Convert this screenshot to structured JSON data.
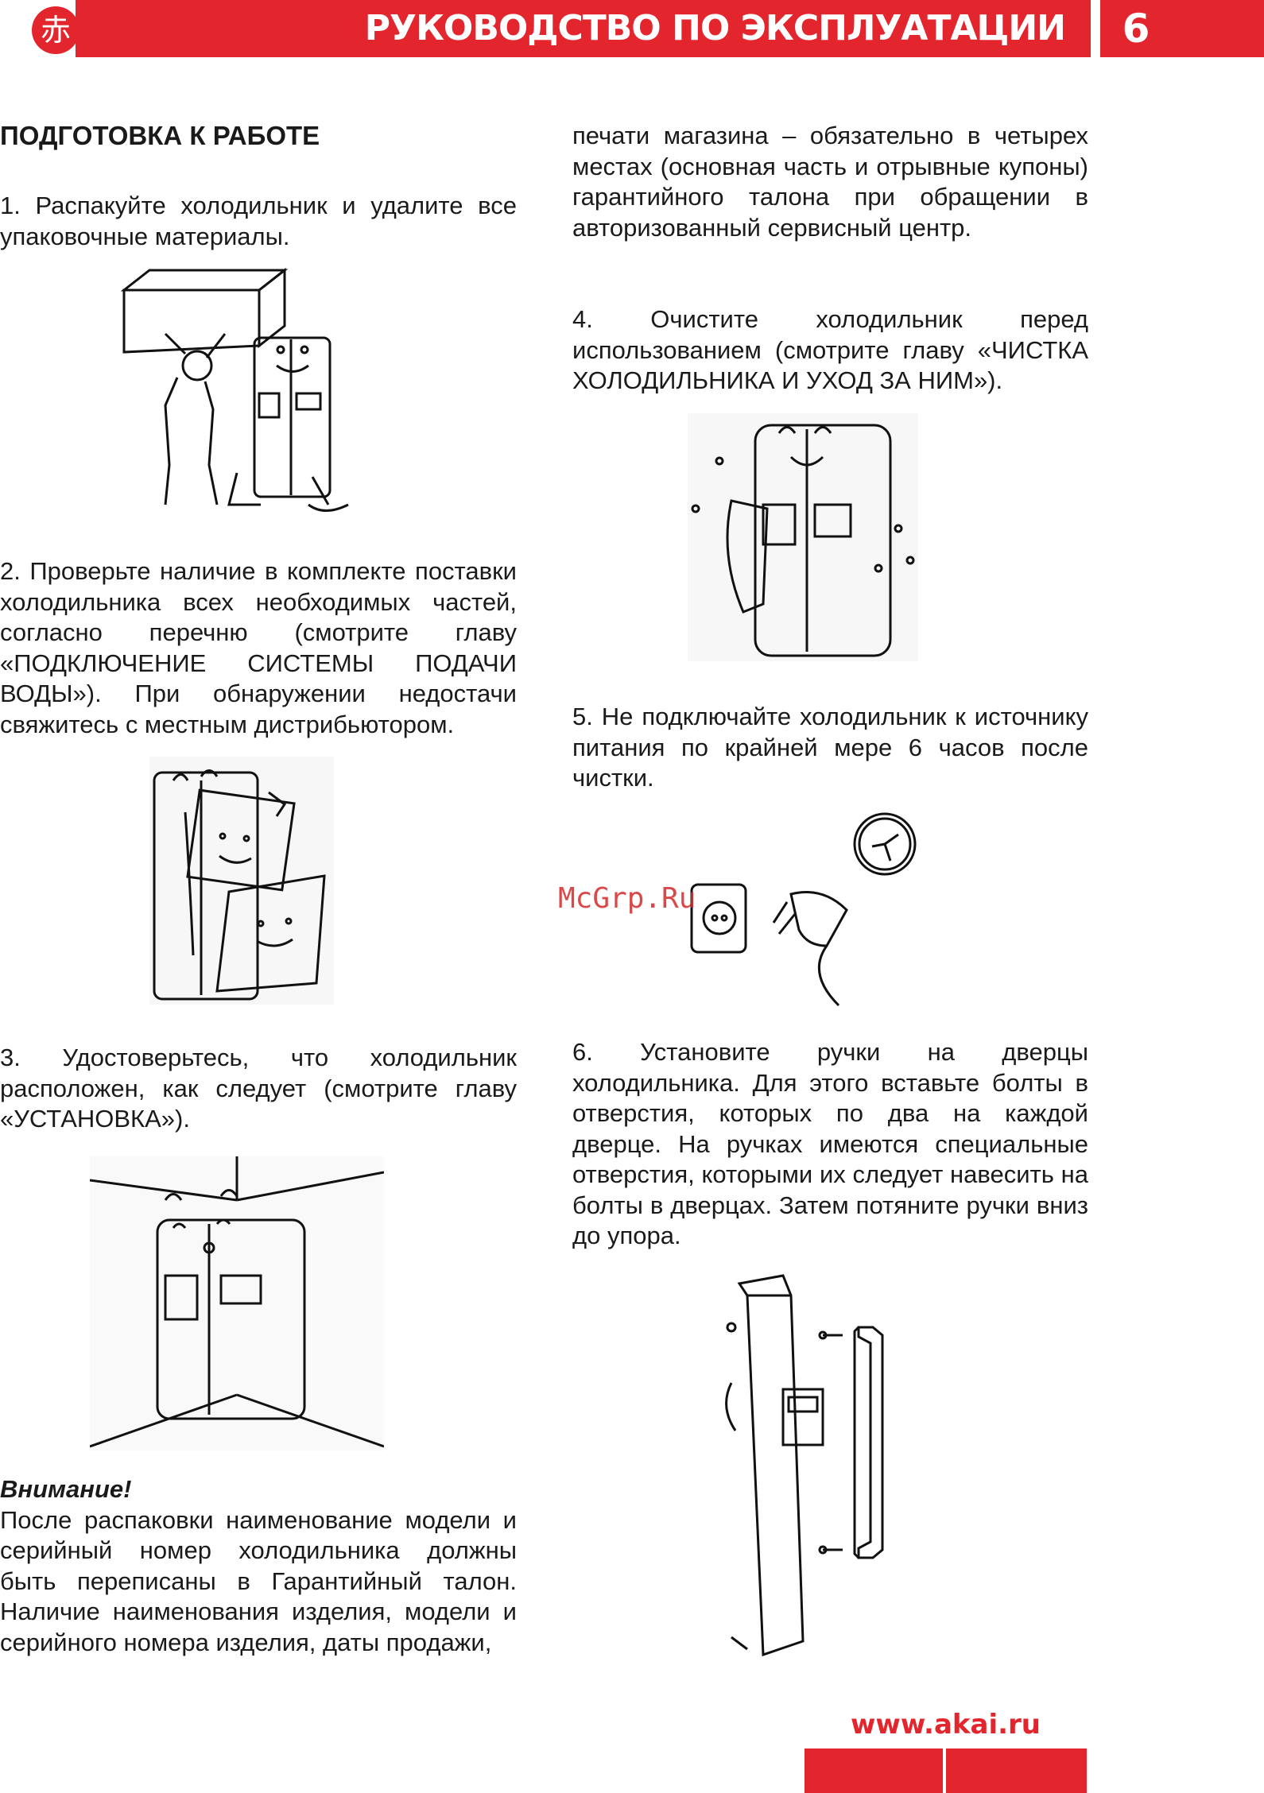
{
  "header": {
    "logo_char": "赤",
    "title": "РУКОВОДСТВО ПО ЭКСПЛУАТАЦИИ",
    "page_number": "6"
  },
  "left": {
    "heading": "ПОДГОТОВКА К РАБОТЕ",
    "step1": "1. Распакуйте холодильник и удалите все упаковочные материалы.",
    "step2": "2. Проверьте наличие в комплекте поставки холодильника всех необходимых частей, согласно перечню (смотрите главу «ПОДКЛЮЧЕНИЕ СИСТЕМЫ ПОДАЧИ ВОДЫ»). При обнаружении недостачи свяжитесь с местным дистрибьютором.",
    "step3": "3. Удостоверьтесь, что холодильник расположен, как следует (смотрите главу «УСТАНОВКА»).",
    "attention_title": "Внимание!",
    "attention_text": "После распаковки наименование модели и серийный номер холодильника должны быть переписаны в Гарантийный талон. Наличие наименования изделия, модели и серийного номера изделия, даты продажи,"
  },
  "right": {
    "continued": "печати магазина – обязательно в четырех местах (основная часть и отрывные купоны) гарантийного талона при обращении в авторизованный сервисный центр.",
    "step4": "4. Очистите холодильник перед использованием (смотрите главу «ЧИСТКА ХОЛОДИЛЬНИКА И УХОД ЗА НИМ»).",
    "step5": "5. Не подключайте холодильник к источнику питания по крайней мере 6 часов после чистки.",
    "step6": "6. Установите ручки на дверцы холодильника. Для этого вставьте болты в отверстия, которых по два на каждой дверце. На ручках имеются специальные отверстия, которыми их следует навесить на болты в дверцах. Затем потяните ручки вниз до упора."
  },
  "watermark": "McGrp.Ru",
  "footer": {
    "url": "www.akai.ru"
  }
}
